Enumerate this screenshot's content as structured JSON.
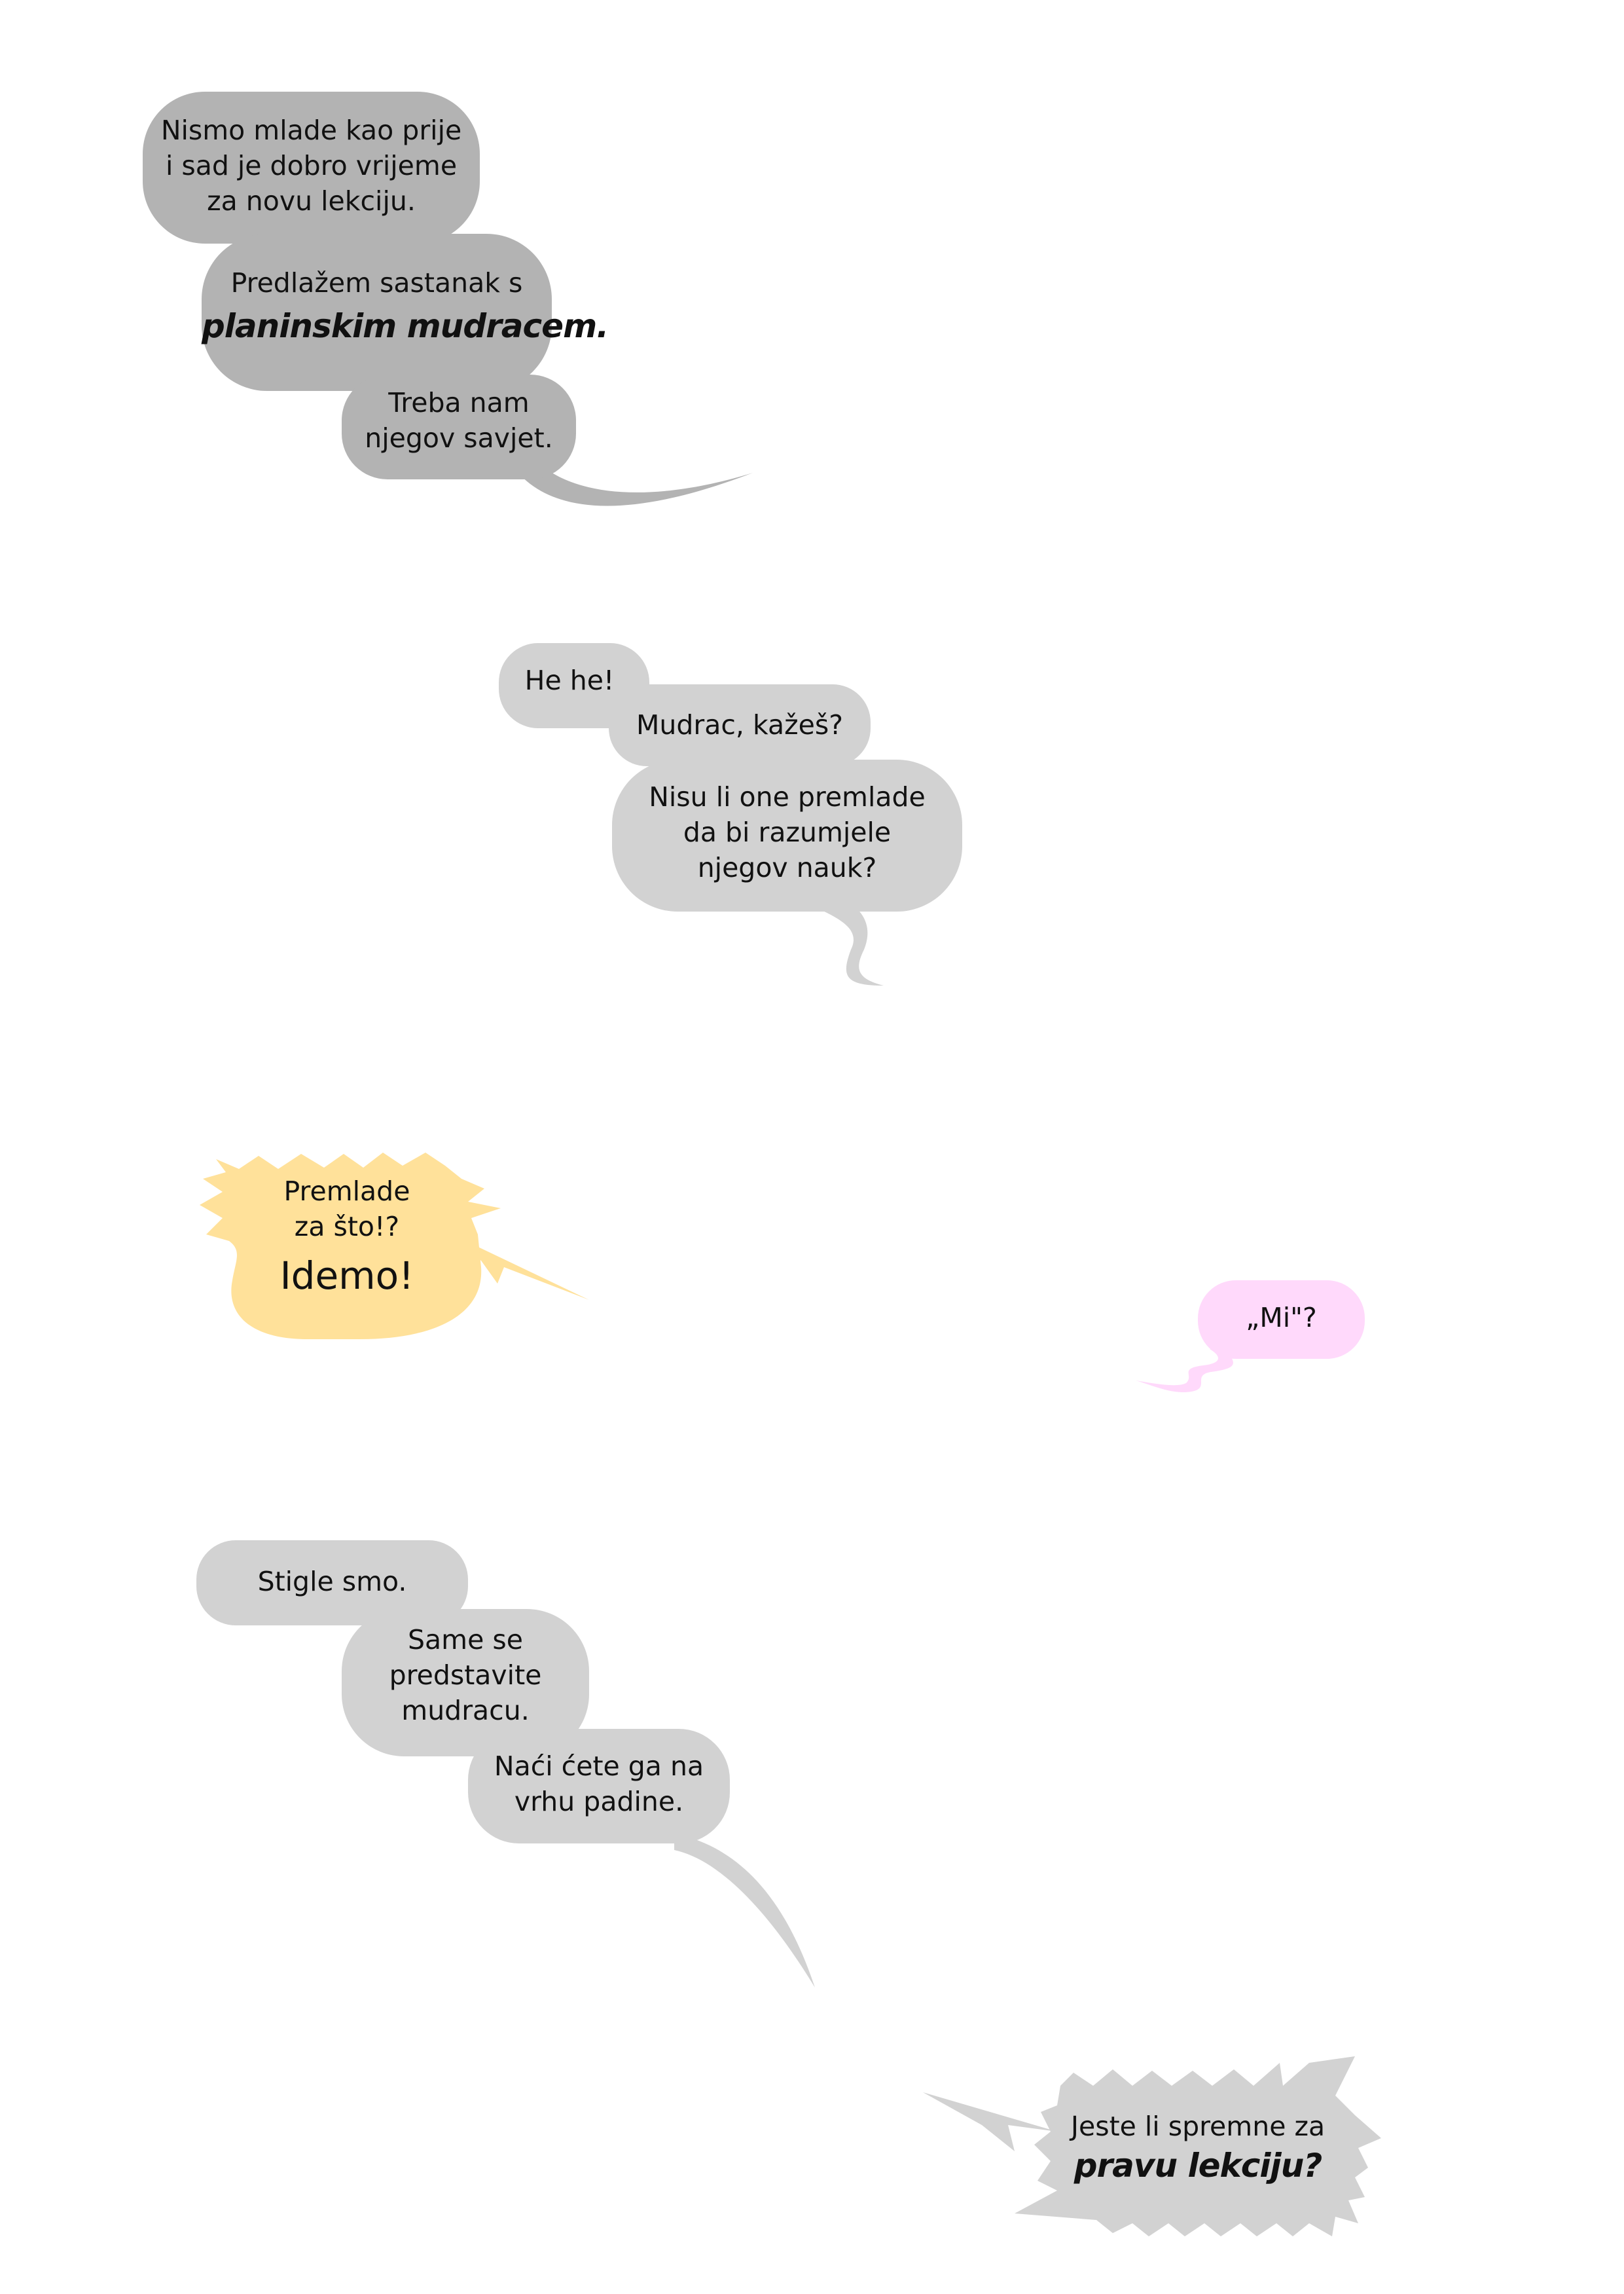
{
  "colors": {
    "bubble_dark_gray": "#b3b3b3",
    "bubble_light_gray": "#d2d2d2",
    "bubble_yellow": "#ffe19a",
    "bubble_pink": "#ffd9fb",
    "text": "#111111"
  },
  "bubbles": {
    "group1": {
      "b1": {
        "line1": "Nismo mlade kao prije",
        "line2": "i sad je dobro vrijeme",
        "line3": "za novu lekciju."
      },
      "b2": {
        "line1": "Predlažem sastanak s",
        "line2": "planinskim mudracem."
      },
      "b3": {
        "line1": "Treba nam",
        "line2": "njegov savjet."
      }
    },
    "group2": {
      "b1": {
        "line1": "He he!"
      },
      "b2": {
        "line1": "Mudrac, kažeš?"
      },
      "b3": {
        "line1": "Nisu li one premlade",
        "line2": "da bi razumjele",
        "line3": "njegov nauk?"
      }
    },
    "shout1": {
      "line1": "Premlade",
      "line2": "za što!?",
      "line3": "Idemo!"
    },
    "pink": {
      "line1": "„Mi\"?"
    },
    "group3": {
      "b1": {
        "line1": "Stigle smo."
      },
      "b2": {
        "line1": "Same se",
        "line2": "predstavite",
        "line3": "mudracu."
      },
      "b3": {
        "line1": "Naći ćete ga na",
        "line2": "vrhu padine."
      }
    },
    "shout2": {
      "line1": "Jeste li spremne za",
      "line2": "pravu lekciju?"
    }
  }
}
